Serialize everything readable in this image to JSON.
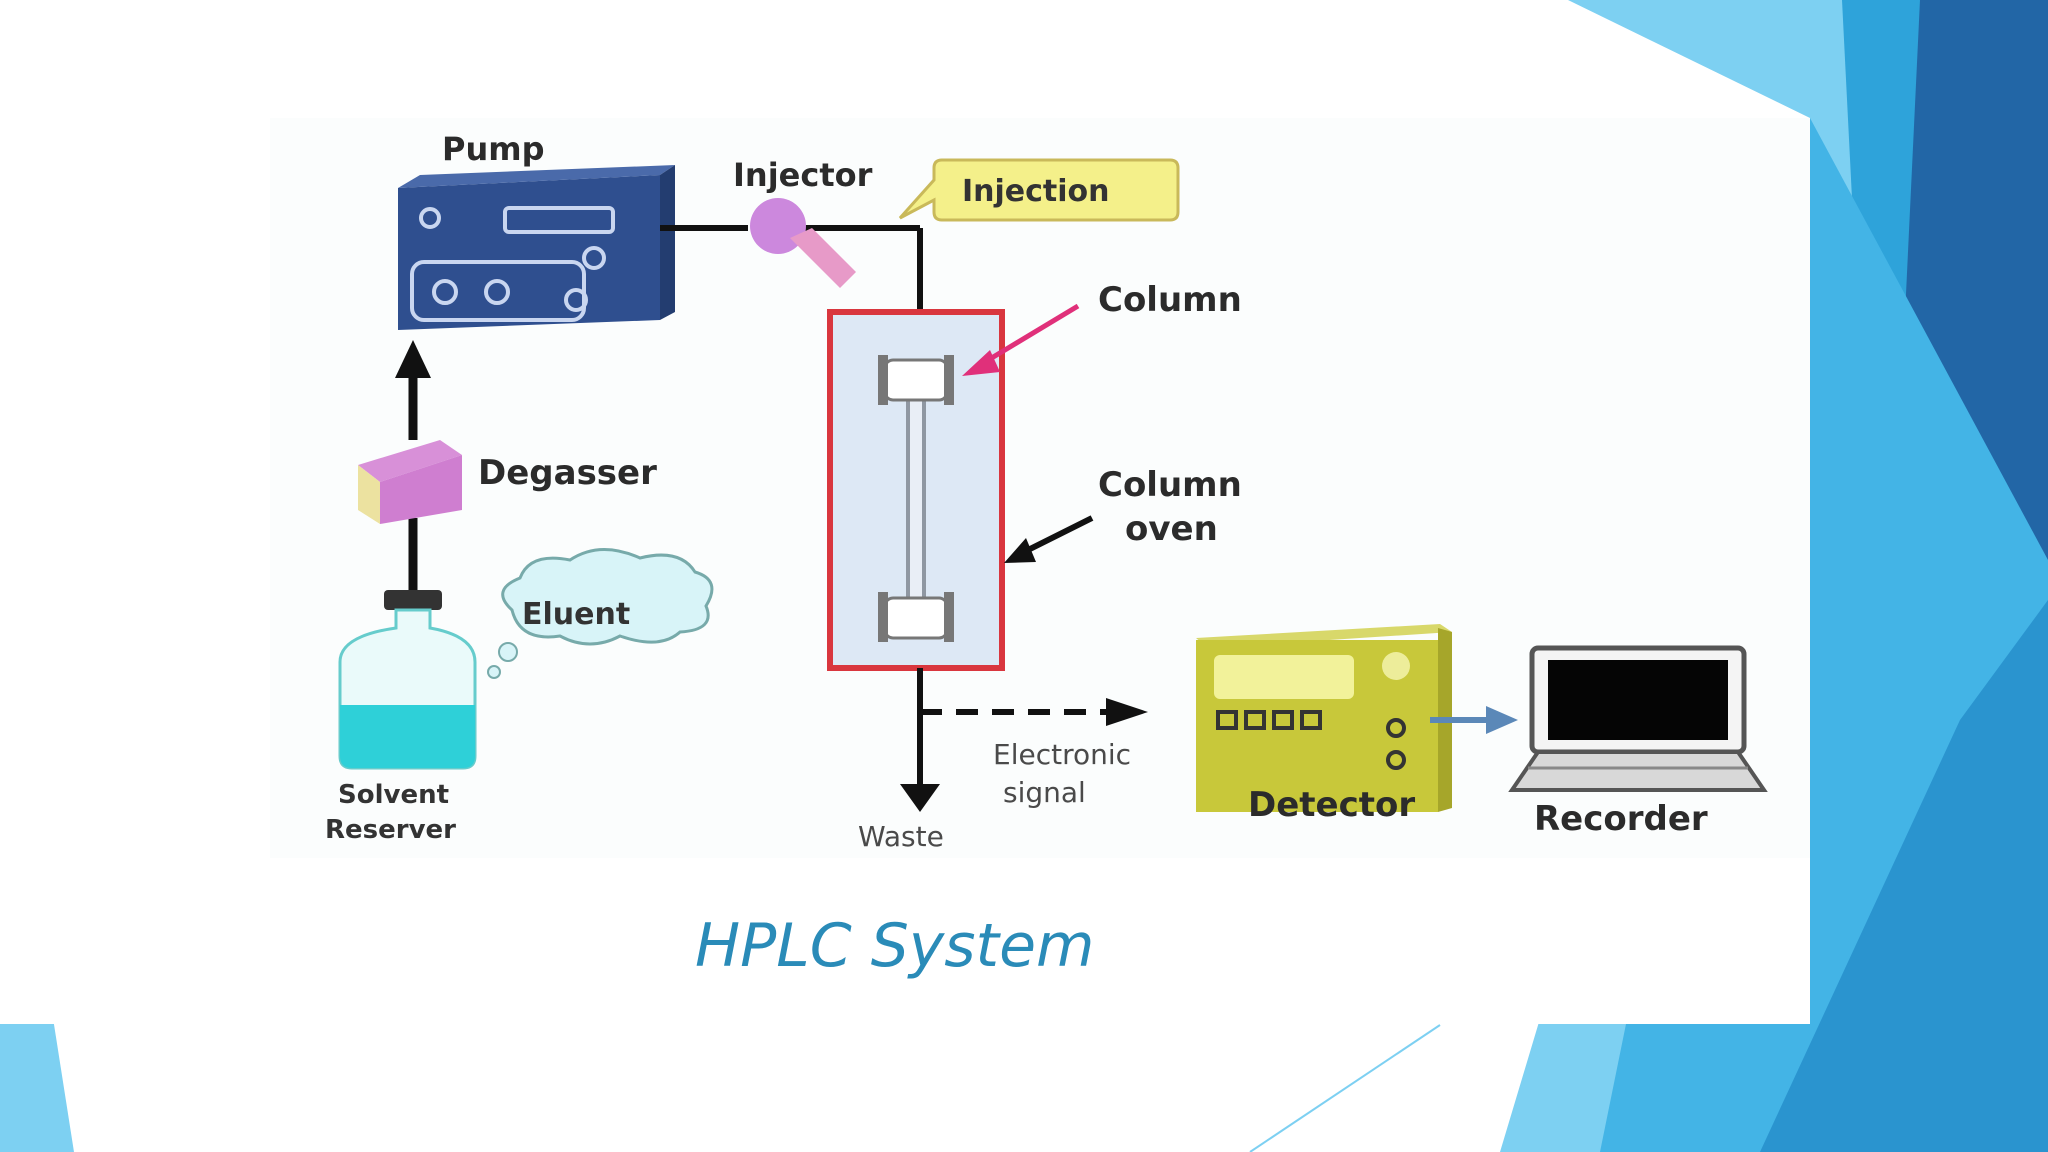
{
  "diagram": {
    "caption": "HPLC System",
    "labels": {
      "pump": "Pump",
      "injector": "Injector",
      "injection": "Injection",
      "column": "Column",
      "degasser": "Degasser",
      "column_oven_line1": "Column",
      "column_oven_line2": "oven",
      "eluent": "Eluent",
      "solvent_line1": "Solvent",
      "solvent_line2": "Reserver",
      "electronic_line1": "Electronic",
      "electronic_line2": "signal",
      "waste": "Waste",
      "detector": "Detector",
      "recorder": "Recorder"
    }
  },
  "colors": {
    "slide_blue_dark": "#2266a6",
    "slide_blue_mid": "#2ea3da",
    "slide_blue_light": "#7dd0f2",
    "pump_body": "#2f4f8f",
    "column_outline": "#d9363e",
    "detector_body": "#c8c83a",
    "injection_callout": "#f4f08a",
    "eluent_cloud": "#d8f4f8",
    "caption_text": "#2a8bb8"
  }
}
